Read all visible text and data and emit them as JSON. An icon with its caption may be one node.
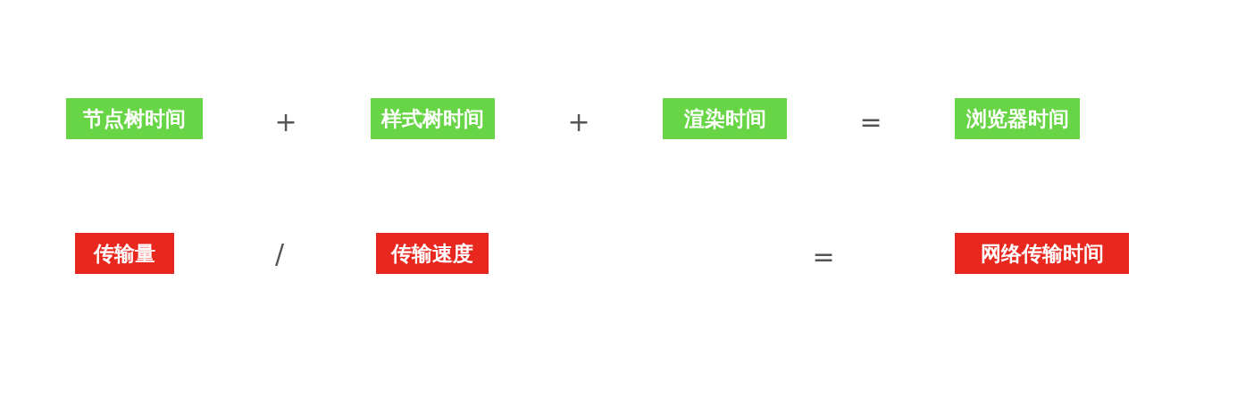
{
  "diagram": {
    "nodes": [
      {
        "text": [
          "节点树时间"
        ]
      },
      {
        "text": [
          "样式树时间"
        ]
      },
      {
        "text": [
          "渲染时间"
        ]
      },
      {
        "text": [
          "浏览器时间"
        ]
      },
      {
        "text": [
          "传输量"
        ]
      },
      {
        "text": [
          "传输速度"
        ]
      },
      {
        "text": [
          "网络传输时间"
        ]
      }
    ],
    "labels": [
      "+",
      "+",
      "=",
      "/",
      "="
    ]
  }
}
